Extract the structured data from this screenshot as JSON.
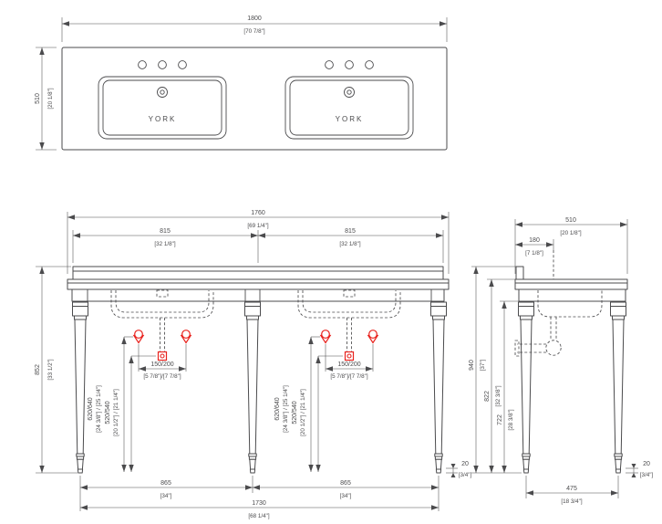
{
  "drawing": {
    "product": "YORK",
    "line_color": "#4b4b4d",
    "accent_red": "#e8231e"
  },
  "plan": {
    "width_mm": "1800",
    "width_in": "[70 7/8\"]",
    "depth_mm": "510",
    "depth_in": "[20 1/8\"]",
    "sink_left_label": "YORK",
    "sink_right_label": "YORK"
  },
  "front": {
    "top_mm": "1760",
    "top_in": "[69 1/4\"]",
    "span_left_mm": "815",
    "span_left_in": "[32 1/8\"]",
    "span_right_mm": "815",
    "span_right_in": "[32 1/8\"]",
    "height_mm": "852",
    "height_in": "[33 1/2\"]",
    "supply_h_mm": "620/640",
    "supply_h_in": "[24 3/8\"] / [25 1/4\"]",
    "drain_h_mm": "520/540",
    "drain_h_in": "[20 1/2\"] / [21 1/4\"]",
    "supply_sp_mm": "150/200",
    "supply_sp_in": "[5 7/8\"]/[7 7/8\"]",
    "leg_span_left_mm": "865",
    "leg_span_left_in": "[34\"]",
    "leg_span_right_mm": "865",
    "leg_span_right_in": "[34\"]",
    "base_mm": "1730",
    "base_in": "[68 1/4\"]",
    "foot_mm": "20",
    "foot_in": "[3/4\"]"
  },
  "side": {
    "depth_mm": "510",
    "depth_in": "[20 1/8\"]",
    "faucet_offset_mm": "180",
    "faucet_offset_in": "[7 1/8\"]",
    "total_height_mm": "940",
    "total_height_in": "[37\"]",
    "counter_height_mm": "822",
    "counter_height_in": "[32 3/8\"]",
    "clearance_mm": "722",
    "clearance_in": "[28 3/8\"]",
    "base_mm": "475",
    "base_in": "[18 3/4\"]",
    "foot_mm": "20",
    "foot_in": "[3/4\"]"
  }
}
